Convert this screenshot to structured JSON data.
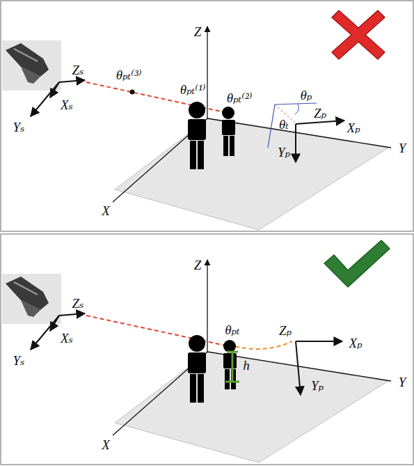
{
  "diagram": {
    "labels": [
      "Z",
      "Zₛ",
      "θₚₜ⁽³⁾",
      "θₚₜ⁽¹⁾",
      "θₚₜ⁽²⁾",
      "θₚ",
      "Xₛ",
      "θₜ",
      "Zₚ",
      "Xₚ",
      "Yₛ",
      "Yₚ",
      "Y",
      "X",
      "Z",
      "Zₛ",
      "Xₛ",
      "θₚₜ",
      "Zₚ",
      "Xₚ",
      "h",
      "Yₛ",
      "Yₚ",
      "Y",
      "X"
    ]
  }
}
